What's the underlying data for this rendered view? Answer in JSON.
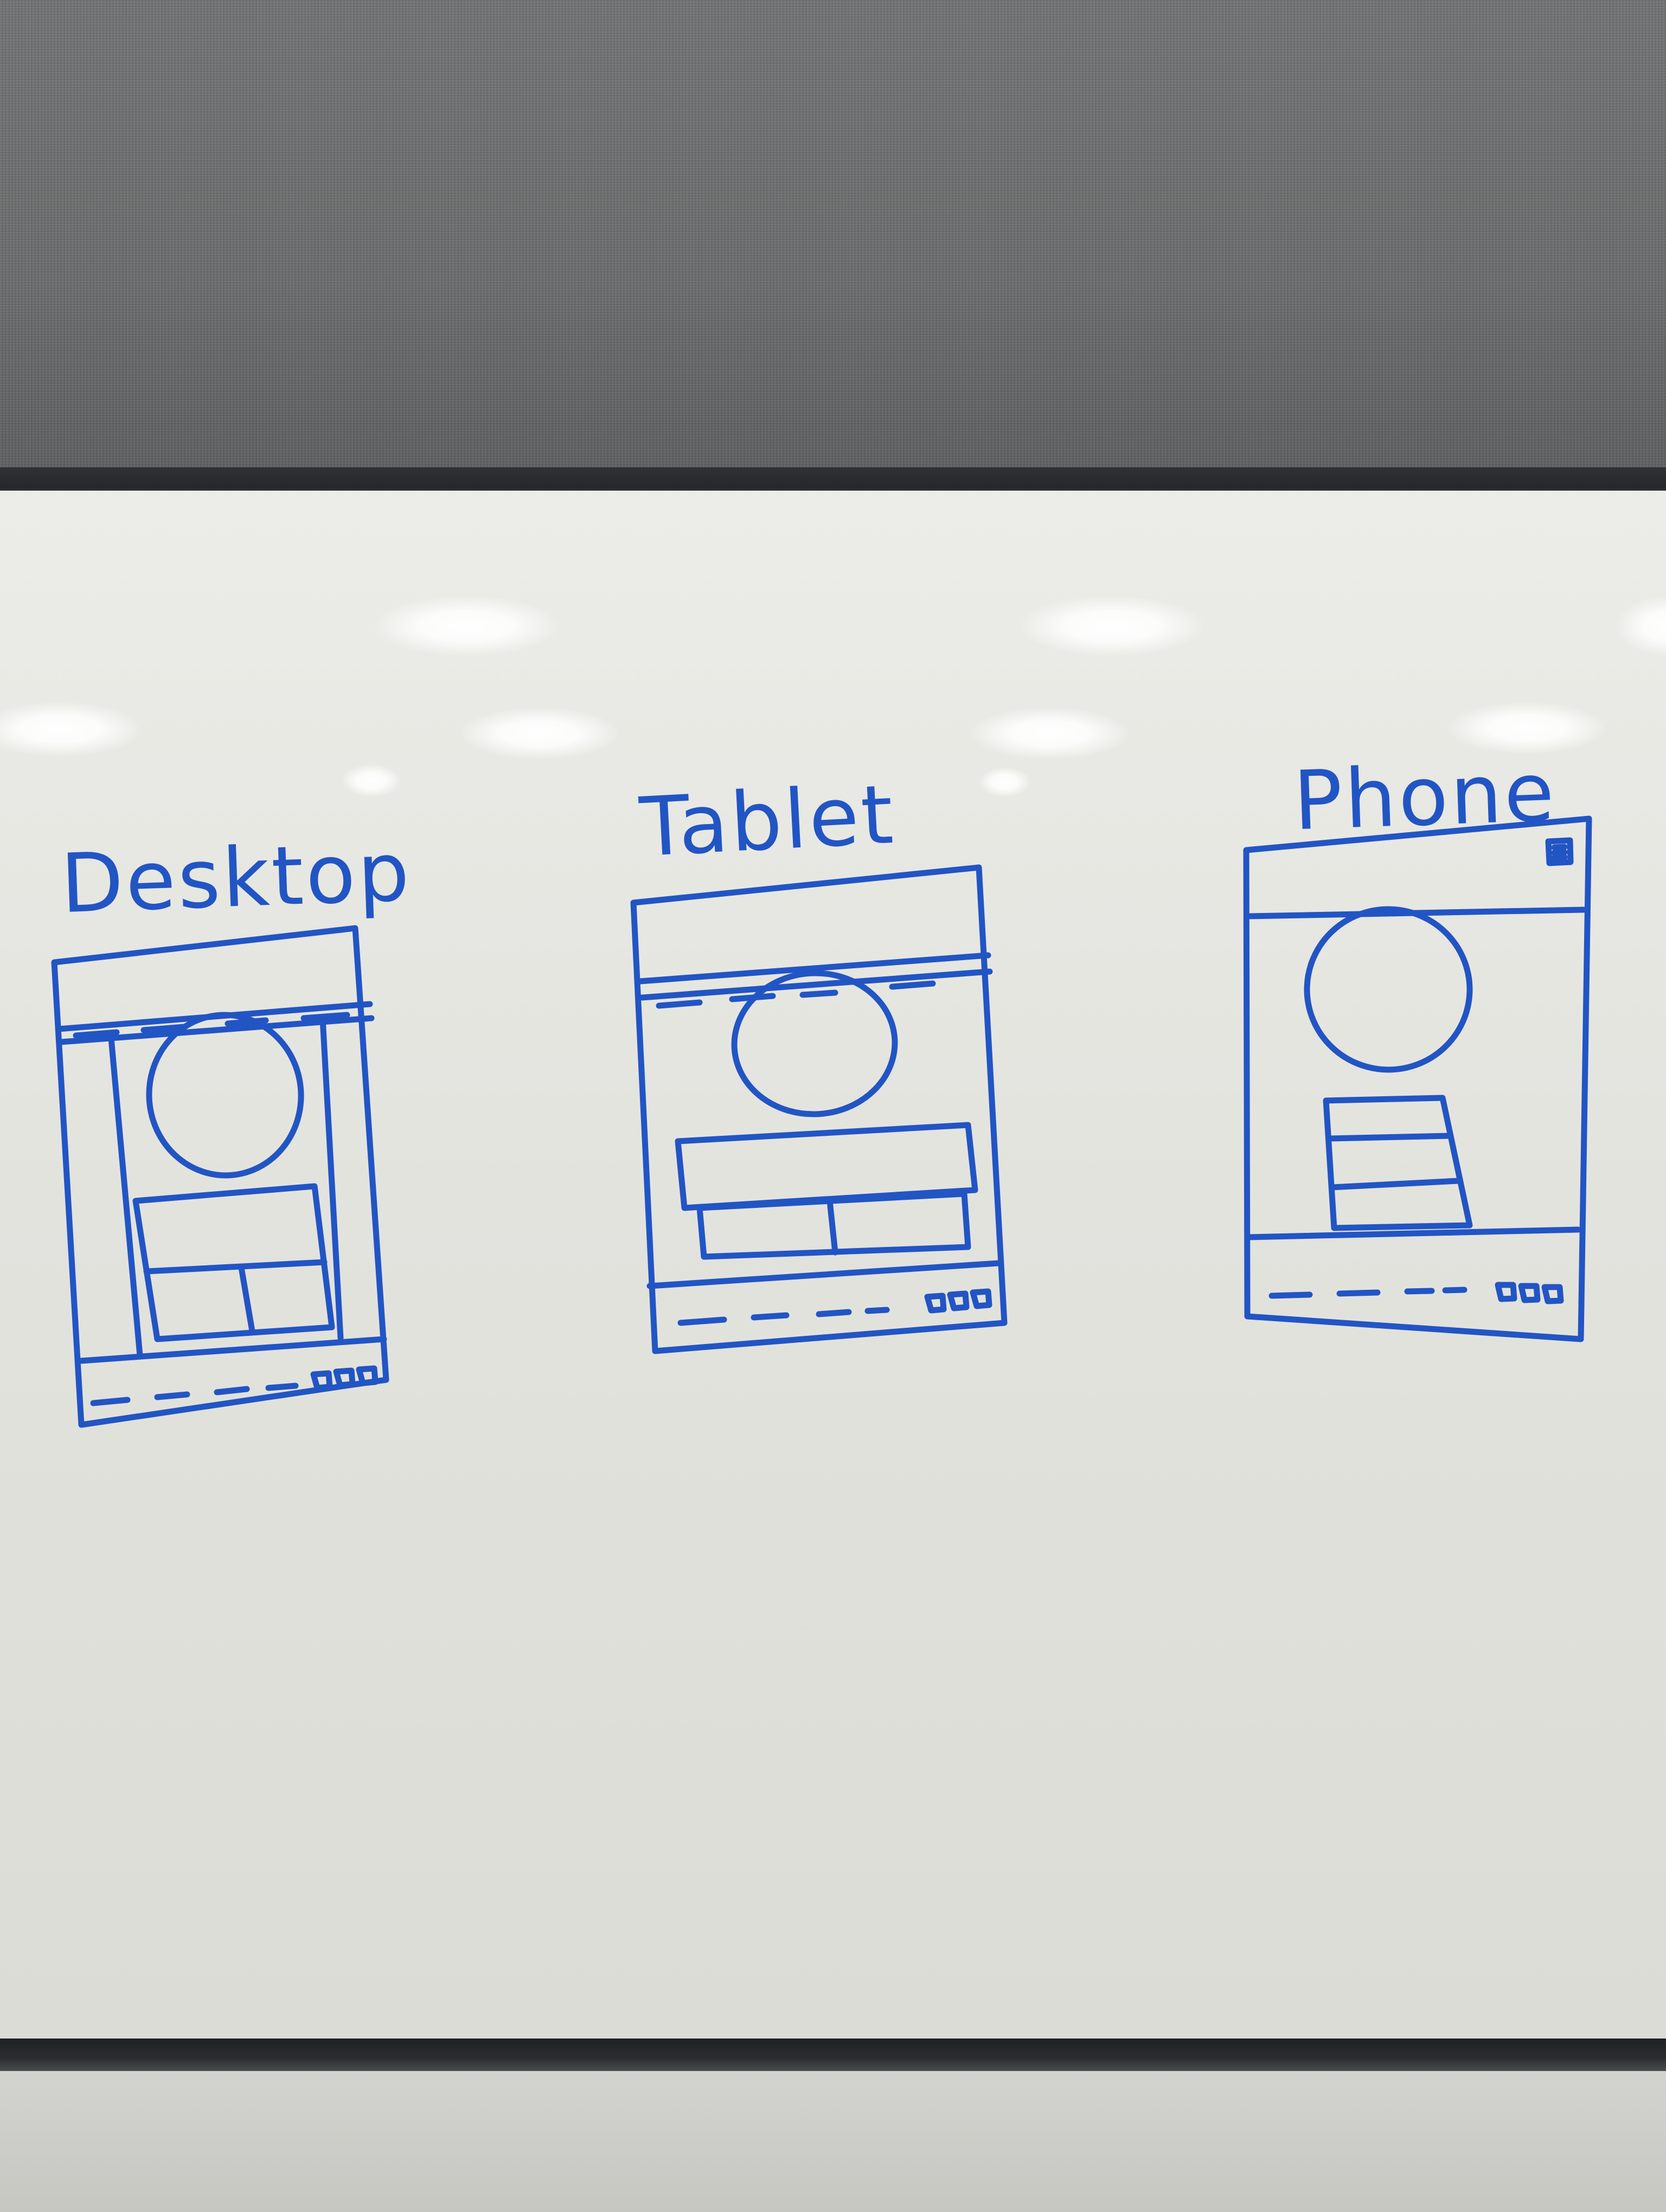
{
  "labels": {
    "desktop": "Desktop",
    "tablet": "Tablet",
    "phone": "Phone"
  },
  "ink_color": "#2255c4"
}
